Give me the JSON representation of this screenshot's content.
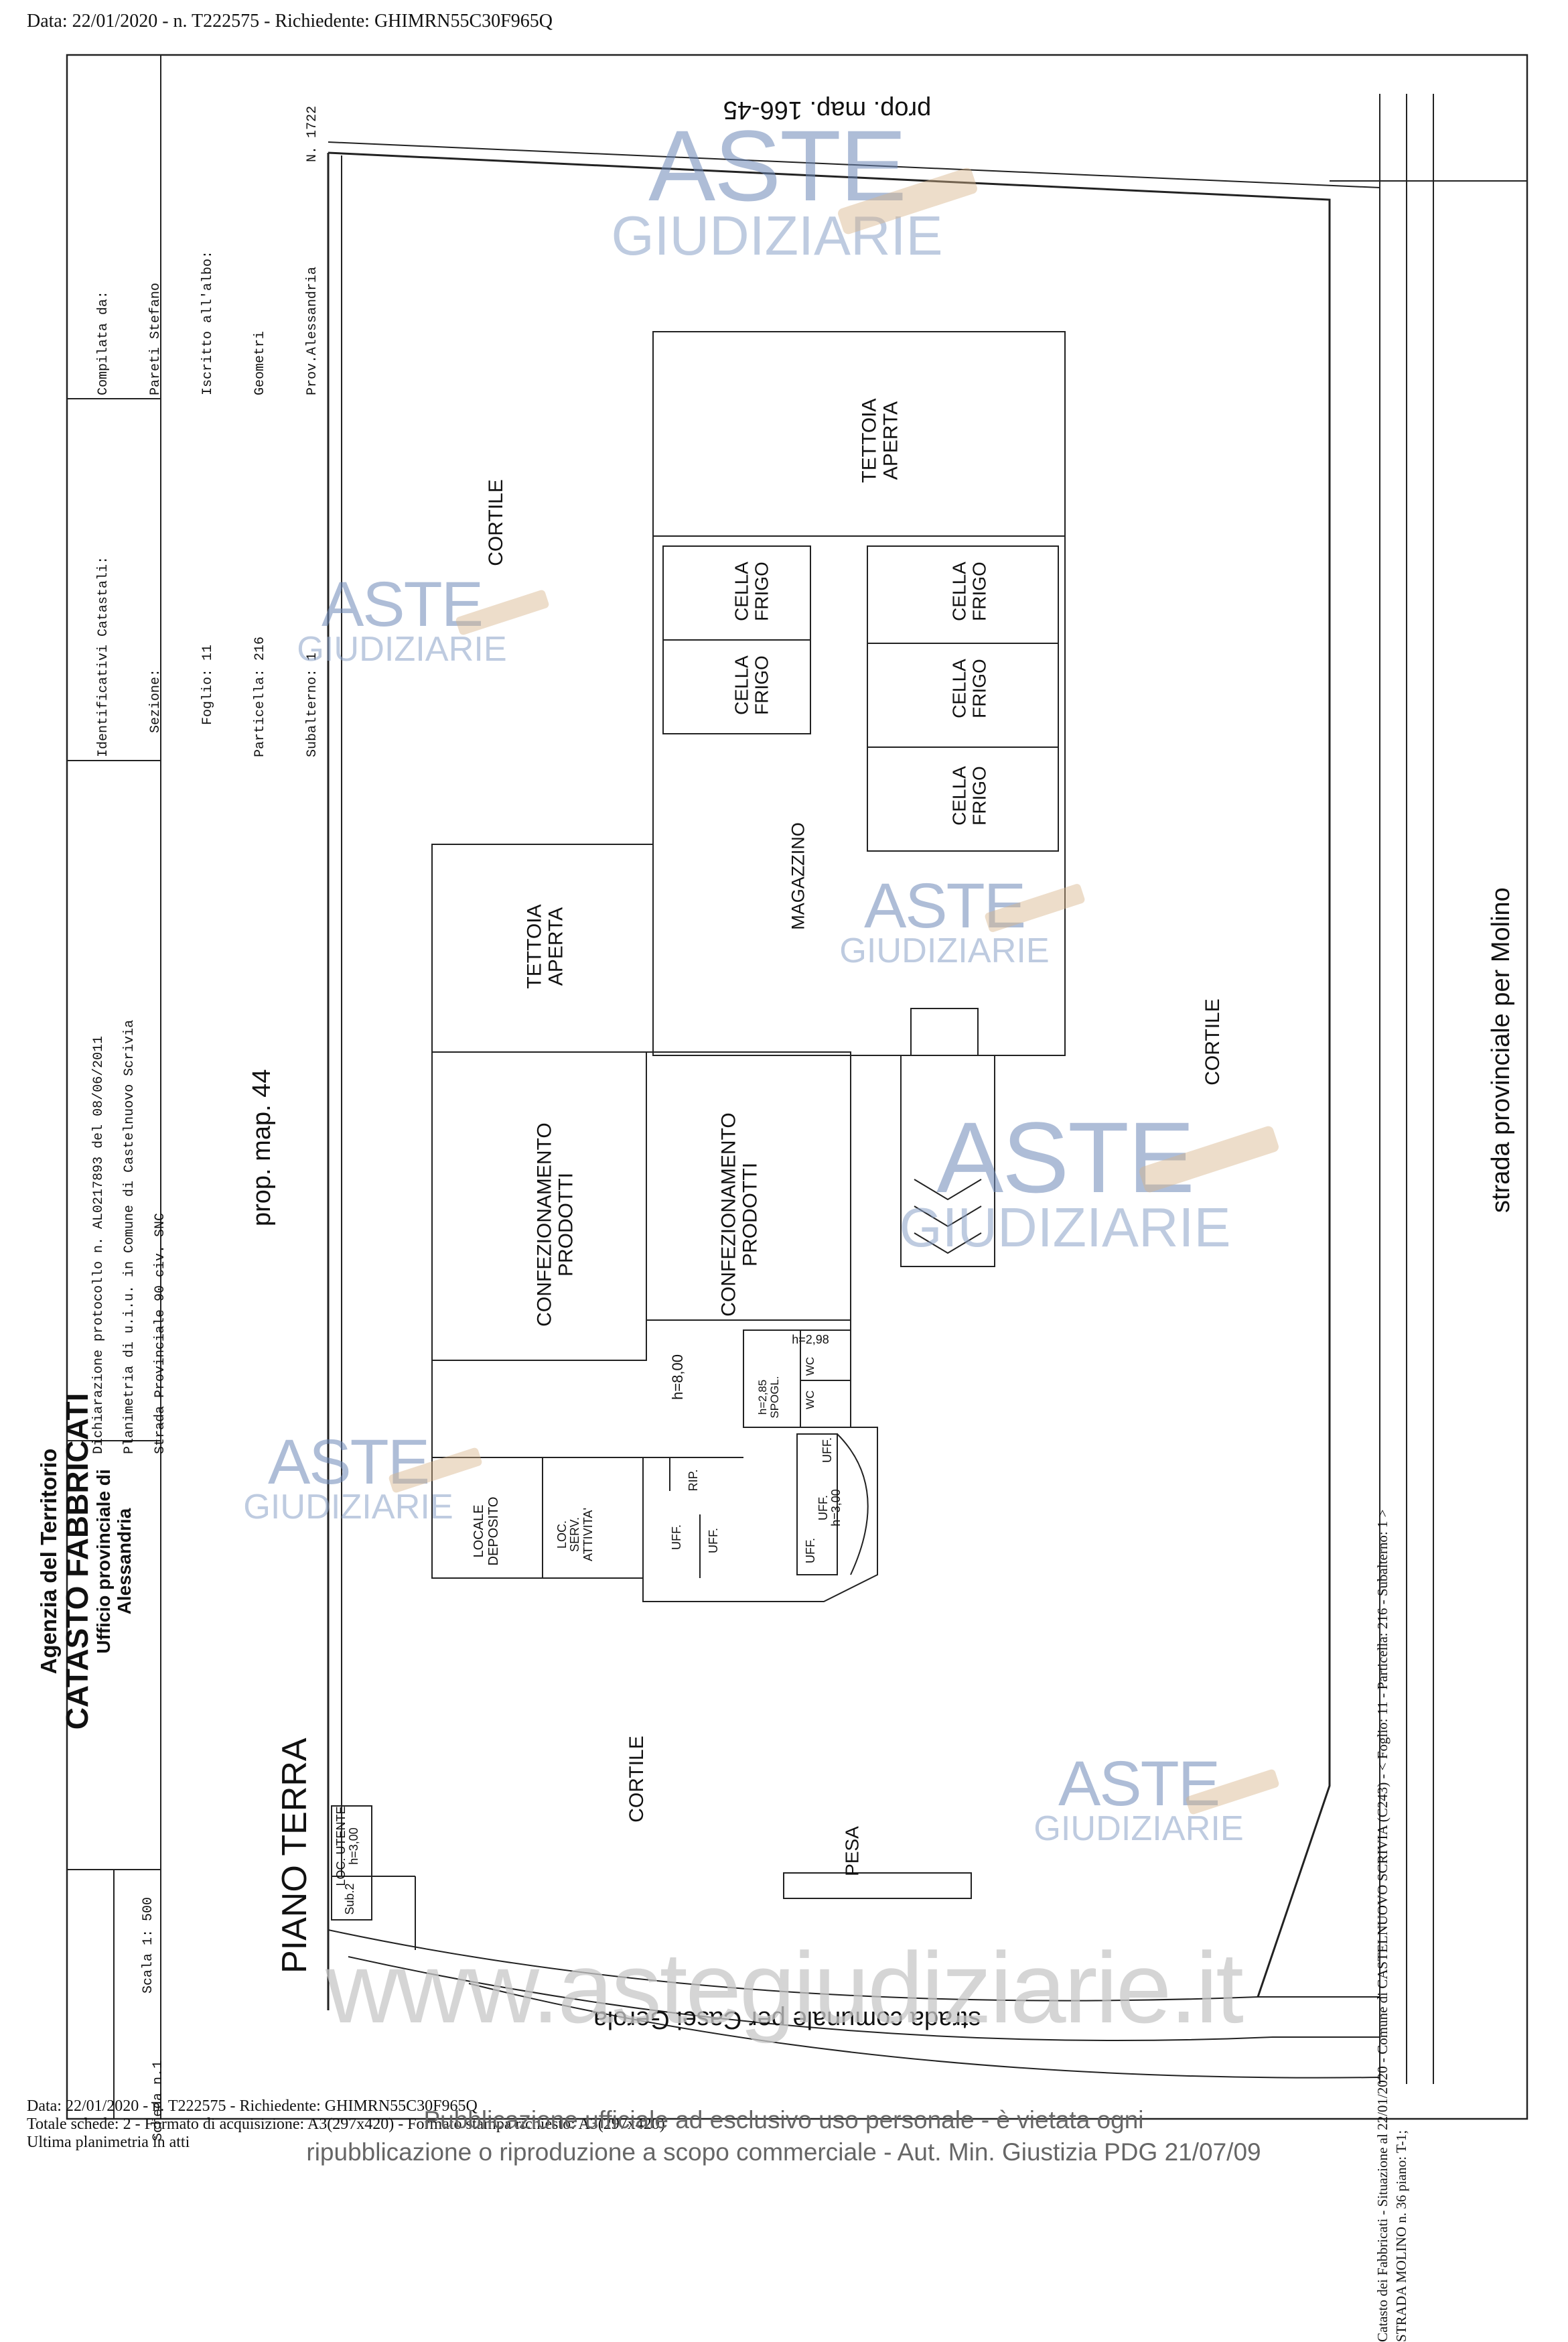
{
  "header": {
    "text": "Data: 22/01/2020 - n. T222575 - Richiedente: GHIMRN55C30F965Q"
  },
  "title_block": {
    "agency": "Agenzia del Territorio",
    "catasto": "CATASTO FABBRICATI",
    "office_line1": "Ufficio provinciale di",
    "office_line2": "Alessandria",
    "declaration_lines": [
      "Dichiarazione protocollo n.  AL0217893 del  08/06/2011",
      "Planimetria di u.i.u. in Comune di Castelnuovo Scrivia",
      "Strada Provinciale 90                              civ.  SNC"
    ],
    "identifiers_lines": [
      "Identificativi Catastali:",
      "   Sezione:",
      "    Foglio: 11",
      "Particella: 216",
      "Subalterno: 1"
    ],
    "compiled_lines": [
      "Compilata da:",
      "Pareti Stefano",
      "Iscritto all'albo:",
      "Geometri",
      "Prov.Alessandria             N. 1722"
    ],
    "scale_label": "Scala 1: 500",
    "scheda_label": "Scheda n.1"
  },
  "plan": {
    "floor_label": "PIANO TERRA",
    "neighbors": {
      "top": "prop. map. 166-45",
      "left": "prop. map. 44",
      "right": "strada provinciale per Molino",
      "bottom": "strada comunale per Casei Gerola"
    },
    "rooms": {
      "cortile": "CORTILE",
      "tettoia": "TETTOIA\nAPERTA",
      "cella_frigo": "CELLA\nFRIGO",
      "magazzino": "MAGAZZINO",
      "confezionamento": "CONFEZIONAMENTO\nPRODOTTI",
      "locale_deposito": "LOCALE\nDEPOSITO",
      "loc_serv": "LOC.\nSERV.\nATTIVITA'",
      "uff": "UFF.",
      "uff_h": "UFF.\nh=3,00",
      "rip": "RIP.",
      "spogl": "h=2,85\nSPOGL.",
      "wc": "WC",
      "ct": "h=2,98",
      "h_main": "h=8,00",
      "pesa": "PESA",
      "loc_utente": "LOC. UTENTE\nh=3,00",
      "sub2": "Sub.2"
    }
  },
  "right_footer": {
    "line1": "Catasto dei Fabbricati - Situazione al 22/01/2020 - Comune di CASTELNUOVO SCRIVIA (C243) - < Foglio: 11 - Particella: 216 - Subalterno: 1 >",
    "line2": "STRADA MOLINO n. 36 piano: T-1;"
  },
  "bottom_footer": {
    "line1": "Data: 22/01/2020 - n. T222575 - Richiedente: GHIMRN55C30F965Q",
    "line2": "Totale schede: 2 - Formato di acquisizione: A3(297x420) - Formato stampa richiesto: A3(297x420)",
    "line3": "Ultima planimetria in atti"
  },
  "watermark": {
    "aste": "ASTE",
    "giudiziarie": "GIUDIZIARIE",
    "site": "www.astegiudiziarie.it",
    "notice_line1": "Pubblicazione ufficiale ad esclusivo uso personale - è vietata ogni",
    "notice_line2": "ripubblicazione o riproduzione a scopo commerciale - Aut. Min. Giustizia PDG 21/07/09"
  },
  "colors": {
    "watermark_blue": "#6c88b8",
    "gavel": "#d8b48a",
    "line": "#222222"
  }
}
